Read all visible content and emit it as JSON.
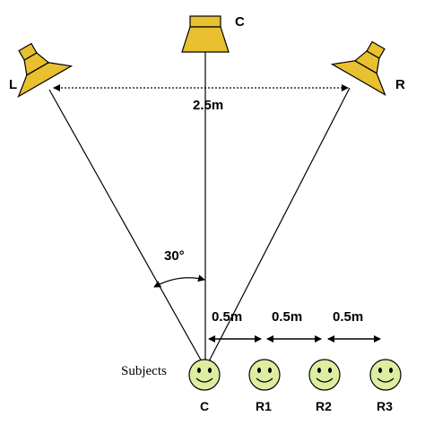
{
  "speakers": {
    "left_label": "L",
    "center_label": "C",
    "right_label": "R"
  },
  "measurements": {
    "speaker_spacing": "2.5m",
    "angle": "30°",
    "gaps": [
      "0.5m",
      "0.5m",
      "0.5m"
    ]
  },
  "listeners": {
    "group_label": "Subjects",
    "positions": [
      "C",
      "R1",
      "R2",
      "R3"
    ]
  },
  "colors": {
    "speaker_fill": "#e8c030",
    "face_fill": "#ddeea0",
    "line": "#000000"
  }
}
